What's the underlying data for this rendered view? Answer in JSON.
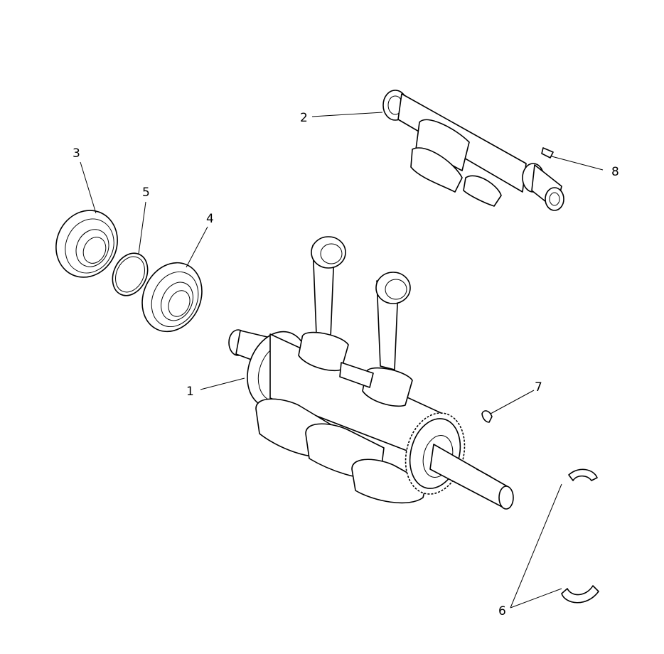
{
  "callouts": [
    {
      "id": "crankshaft-assembly",
      "label": "1"
    },
    {
      "id": "balance-shaft",
      "label": "2"
    },
    {
      "id": "ball-bearing-left",
      "label": "3"
    },
    {
      "id": "ball-bearing-right",
      "label": "4"
    },
    {
      "id": "snap-ring",
      "label": "5"
    },
    {
      "id": "bearing-halves",
      "label": "6"
    },
    {
      "id": "woodruff-key-crank",
      "label": "7"
    },
    {
      "id": "woodruff-key-balance",
      "label": "8"
    }
  ]
}
